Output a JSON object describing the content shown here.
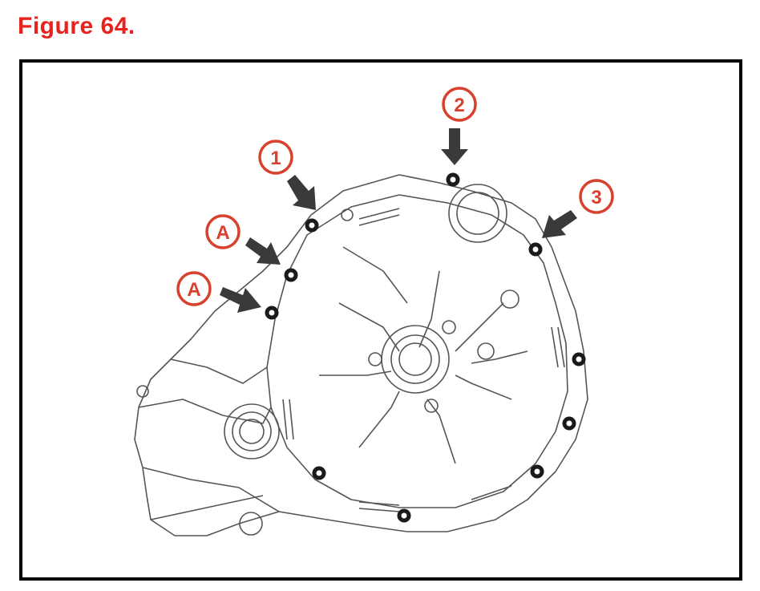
{
  "figure": {
    "title": "Figure 64."
  },
  "callouts": {
    "one": {
      "label": "1"
    },
    "two": {
      "label": "2"
    },
    "three": {
      "label": "3"
    },
    "a_upper": {
      "label": "A"
    },
    "a_lower": {
      "label": "A"
    }
  },
  "colors": {
    "title": "#e8231d",
    "callout": "#d8412e",
    "arrow": "#3a3a3a",
    "line": "#444444"
  },
  "icons": {
    "arrow": "arrow-pointer-icon",
    "bolt": "bolt-hole-icon"
  }
}
